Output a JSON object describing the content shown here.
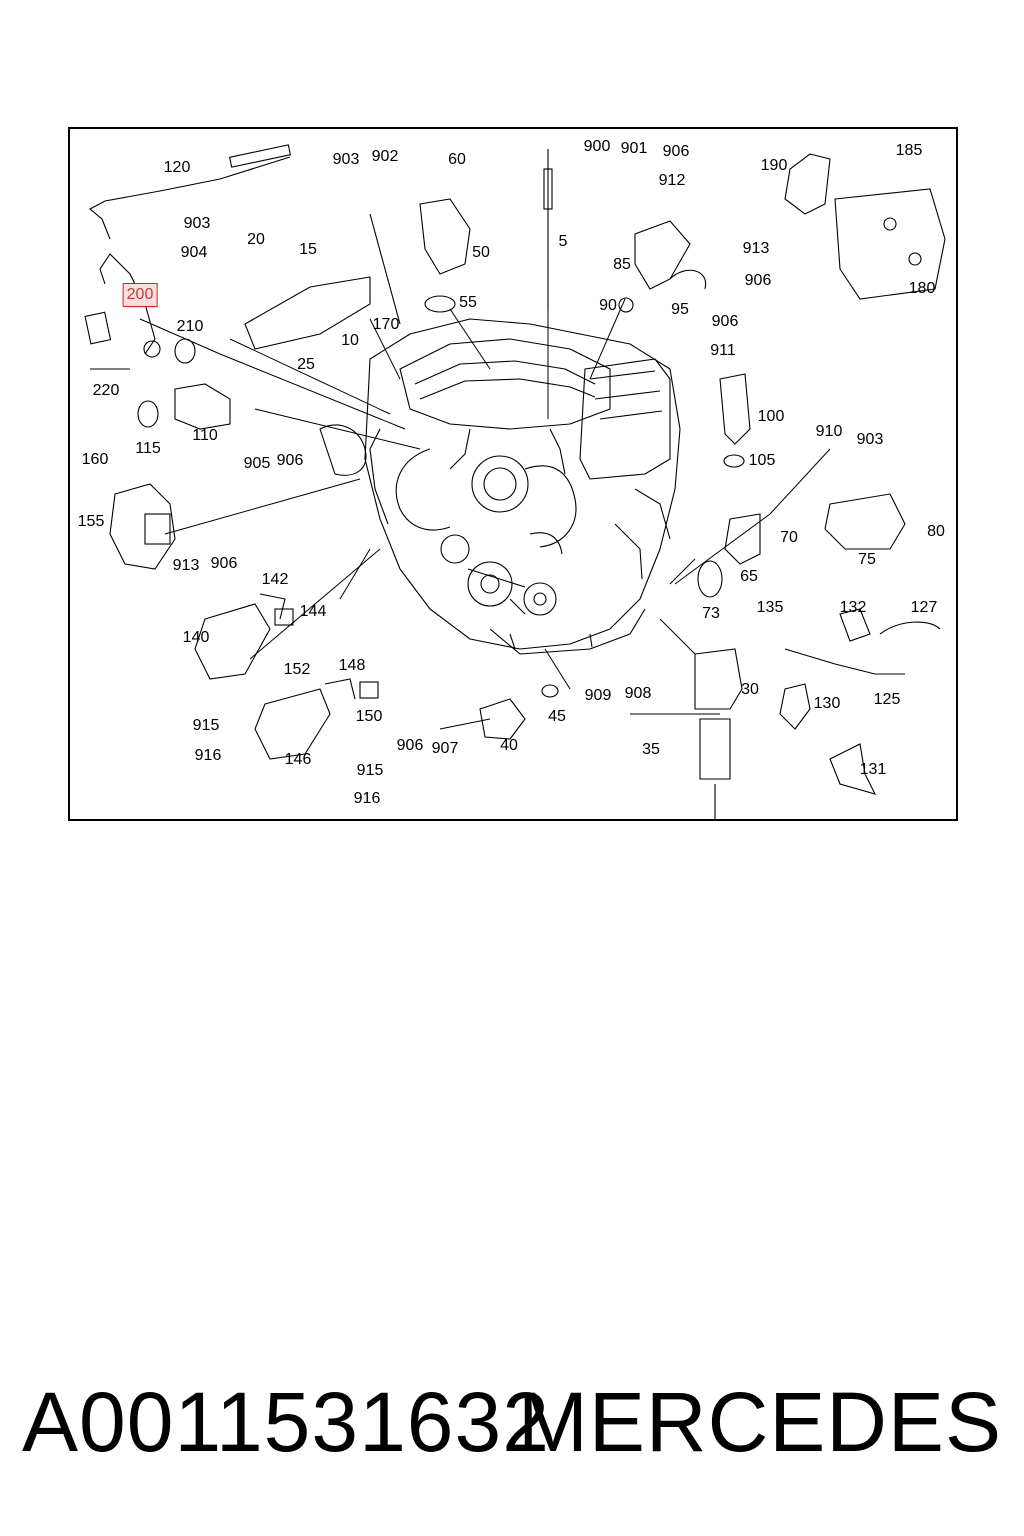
{
  "diagram": {
    "callouts": [
      {
        "id": "c120",
        "text": "120"
      },
      {
        "id": "c903a",
        "text": "903"
      },
      {
        "id": "c902",
        "text": "902"
      },
      {
        "id": "c60",
        "text": "60"
      },
      {
        "id": "c900",
        "text": "900"
      },
      {
        "id": "c901",
        "text": "901"
      },
      {
        "id": "c906a",
        "text": "906"
      },
      {
        "id": "c912",
        "text": "912"
      },
      {
        "id": "c190",
        "text": "190"
      },
      {
        "id": "c185",
        "text": "185"
      },
      {
        "id": "c903b",
        "text": "903"
      },
      {
        "id": "c904",
        "text": "904"
      },
      {
        "id": "c20",
        "text": "20"
      },
      {
        "id": "c15",
        "text": "15"
      },
      {
        "id": "c50",
        "text": "50"
      },
      {
        "id": "c5",
        "text": "5"
      },
      {
        "id": "c85",
        "text": "85"
      },
      {
        "id": "c913a",
        "text": "913"
      },
      {
        "id": "c906b",
        "text": "906"
      },
      {
        "id": "c180",
        "text": "180"
      },
      {
        "id": "c200",
        "text": "200"
      },
      {
        "id": "c55",
        "text": "55"
      },
      {
        "id": "c90",
        "text": "90"
      },
      {
        "id": "c95",
        "text": "95"
      },
      {
        "id": "c210",
        "text": "210"
      },
      {
        "id": "c170",
        "text": "170"
      },
      {
        "id": "c10",
        "text": "10"
      },
      {
        "id": "c906c",
        "text": "906"
      },
      {
        "id": "c911",
        "text": "911"
      },
      {
        "id": "c25",
        "text": "25"
      },
      {
        "id": "c220",
        "text": "220"
      },
      {
        "id": "c100",
        "text": "100"
      },
      {
        "id": "c115",
        "text": "115"
      },
      {
        "id": "c110",
        "text": "110"
      },
      {
        "id": "c910",
        "text": "910"
      },
      {
        "id": "c903c",
        "text": "903"
      },
      {
        "id": "c905",
        "text": "905"
      },
      {
        "id": "c906d",
        "text": "906"
      },
      {
        "id": "c105",
        "text": "105"
      },
      {
        "id": "c160",
        "text": "160"
      },
      {
        "id": "c155",
        "text": "155"
      },
      {
        "id": "c80",
        "text": "80"
      },
      {
        "id": "c70",
        "text": "70"
      },
      {
        "id": "c75",
        "text": "75"
      },
      {
        "id": "c913b",
        "text": "913"
      },
      {
        "id": "c906e",
        "text": "906"
      },
      {
        "id": "c65",
        "text": "65"
      },
      {
        "id": "c142",
        "text": "142"
      },
      {
        "id": "c144",
        "text": "144"
      },
      {
        "id": "c140",
        "text": "140"
      },
      {
        "id": "c73",
        "text": "73"
      },
      {
        "id": "c135",
        "text": "135"
      },
      {
        "id": "c132",
        "text": "132"
      },
      {
        "id": "c127",
        "text": "127"
      },
      {
        "id": "c152",
        "text": "152"
      },
      {
        "id": "c148",
        "text": "148"
      },
      {
        "id": "c30",
        "text": "30"
      },
      {
        "id": "c909",
        "text": "909"
      },
      {
        "id": "c908",
        "text": "908"
      },
      {
        "id": "c130",
        "text": "130"
      },
      {
        "id": "c125",
        "text": "125"
      },
      {
        "id": "c150",
        "text": "150"
      },
      {
        "id": "c45",
        "text": "45"
      },
      {
        "id": "c915a",
        "text": "915"
      },
      {
        "id": "c906f",
        "text": "906"
      },
      {
        "id": "c907",
        "text": "907"
      },
      {
        "id": "c40",
        "text": "40"
      },
      {
        "id": "c35",
        "text": "35"
      },
      {
        "id": "c916a",
        "text": "916"
      },
      {
        "id": "c146",
        "text": "146"
      },
      {
        "id": "c915b",
        "text": "915"
      },
      {
        "id": "c131",
        "text": "131"
      },
      {
        "id": "c916b",
        "text": "916"
      }
    ],
    "highlighted": "c200",
    "line_color": "#000000",
    "highlight_color": "#e02020"
  },
  "footer": {
    "part_number": "A0011531632",
    "brand": "MERCEDES"
  }
}
